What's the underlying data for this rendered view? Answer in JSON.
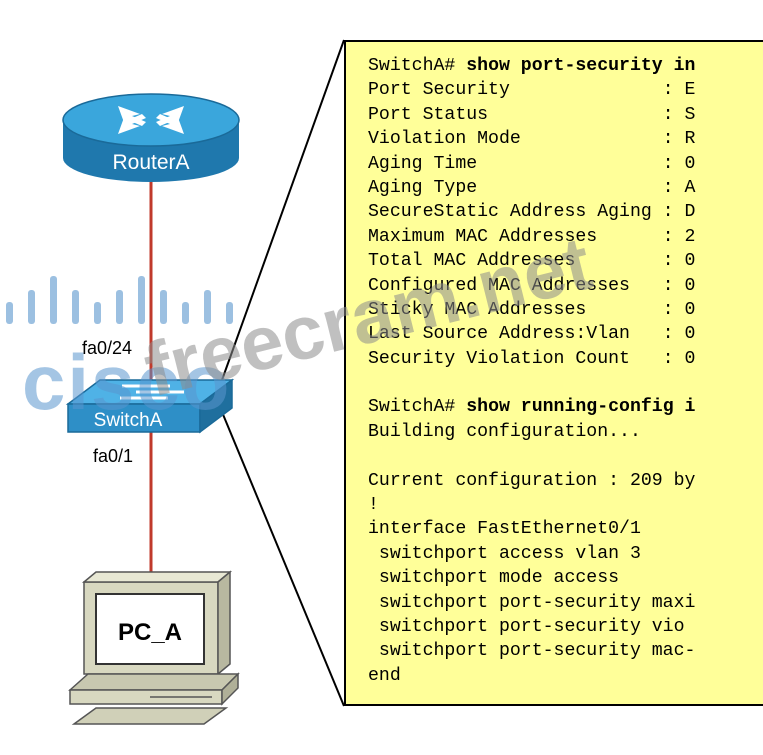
{
  "devices": {
    "router": {
      "label": "RouterA"
    },
    "switch": {
      "label": "SwitchA"
    },
    "pc": {
      "label": "PC_A"
    }
  },
  "interfaces": {
    "uplink": "fa0/24",
    "access": "fa0/1"
  },
  "cli": {
    "lines": [
      {
        "text": "SwitchA# show port-security in",
        "bold_from": 9
      },
      {
        "text": "Port Security              : E"
      },
      {
        "text": "Port Status                : S"
      },
      {
        "text": "Violation Mode             : R"
      },
      {
        "text": "Aging Time                 : 0"
      },
      {
        "text": "Aging Type                 : A"
      },
      {
        "text": "SecureStatic Address Aging : D"
      },
      {
        "text": "Maximum MAC Addresses      : 2"
      },
      {
        "text": "Total MAC Addresses        : 0"
      },
      {
        "text": "Configured MAC Addresses   : 0"
      },
      {
        "text": "Sticky MAC Addresses       : 0"
      },
      {
        "text": "Last Source Address:Vlan   : 0"
      },
      {
        "text": "Security Violation Count   : 0"
      },
      {
        "text": ""
      },
      {
        "text": "SwitchA# show running-config i",
        "bold_from": 9
      },
      {
        "text": "Building configuration..."
      },
      {
        "text": ""
      },
      {
        "text": "Current configuration : 209 by"
      },
      {
        "text": "!"
      },
      {
        "text": "interface FastEthernet0/1"
      },
      {
        "text": " switchport access vlan 3"
      },
      {
        "text": " switchport mode access"
      },
      {
        "text": " switchport port-security maxi"
      },
      {
        "text": " switchport port-security vio"
      },
      {
        "text": " switchport port-security mac-"
      },
      {
        "text": "end"
      }
    ]
  },
  "watermarks": {
    "cisco": "cisco",
    "site": "freecram.net"
  },
  "colors": {
    "link": "#c0392b",
    "router_body": "#2e8fc7",
    "router_top": "#3aa6dc",
    "switch_body": "#2e8fc7",
    "cli_background": "#ffff99",
    "pc_body": "#d8d8c0"
  }
}
